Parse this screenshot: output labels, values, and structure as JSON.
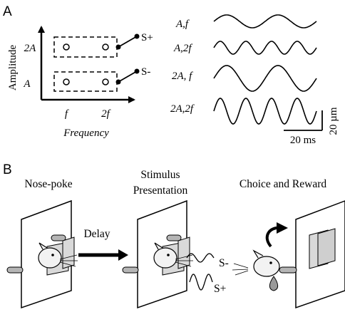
{
  "panel_a": {
    "label": "A",
    "y_axis_label": "Amplitude",
    "x_axis_label": "Frequency",
    "y_ticks": [
      "2A",
      "A"
    ],
    "x_ticks": [
      "f",
      "2f"
    ],
    "stimulus_labels": {
      "plus": "S+",
      "minus": "S-"
    },
    "waveforms": [
      {
        "label": "A,f",
        "amplitude": 1,
        "cycles": 2
      },
      {
        "label": "A,2f",
        "amplitude": 1,
        "cycles": 4
      },
      {
        "label": "2A, f",
        "amplitude": 2,
        "cycles": 2
      },
      {
        "label": "2A,2f",
        "amplitude": 2,
        "cycles": 4
      }
    ],
    "scale_bar": {
      "time": "20 ms",
      "amplitude": "20 µm"
    }
  },
  "panel_b": {
    "label": "B",
    "steps": [
      {
        "title_lines": [
          "Nose-poke"
        ]
      },
      {
        "title_lines": [
          "Stimulus",
          "Presentation"
        ]
      },
      {
        "title_lines": [
          "Choice and Reward"
        ]
      }
    ],
    "arrow_label": "Delay",
    "stim_labels": {
      "minus": "S-",
      "plus": "S+"
    }
  },
  "colors": {
    "ink": "#000000",
    "panel_fill": "#d9d9d9",
    "peg_fill": "#b5b5b5",
    "mouse_fill": "#f2f2f2"
  }
}
